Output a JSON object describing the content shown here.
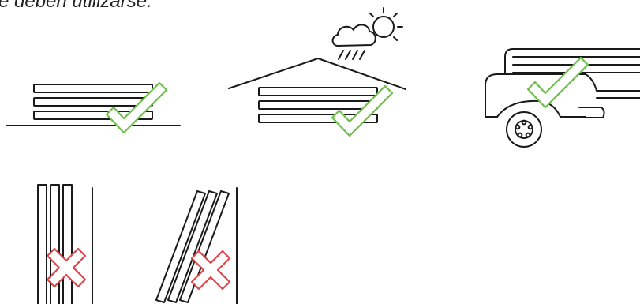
{
  "header": {
    "text": "e deben utilizarse:"
  },
  "colors": {
    "line": "#1a1a1a",
    "check": "#6cc04a",
    "cross": "#e0454a"
  },
  "panels": [
    {
      "id": "stacked-flat-on-ground",
      "status": "allowed",
      "icon": "check-icon"
    },
    {
      "id": "stacked-under-roof",
      "status": "allowed",
      "icon": "check-icon"
    },
    {
      "id": "transported-on-trailer",
      "status": "allowed",
      "icon": "check-icon"
    },
    {
      "id": "stored-vertically",
      "status": "not-allowed",
      "icon": "cross-icon"
    },
    {
      "id": "stored-leaning",
      "status": "not-allowed",
      "icon": "cross-icon"
    }
  ]
}
